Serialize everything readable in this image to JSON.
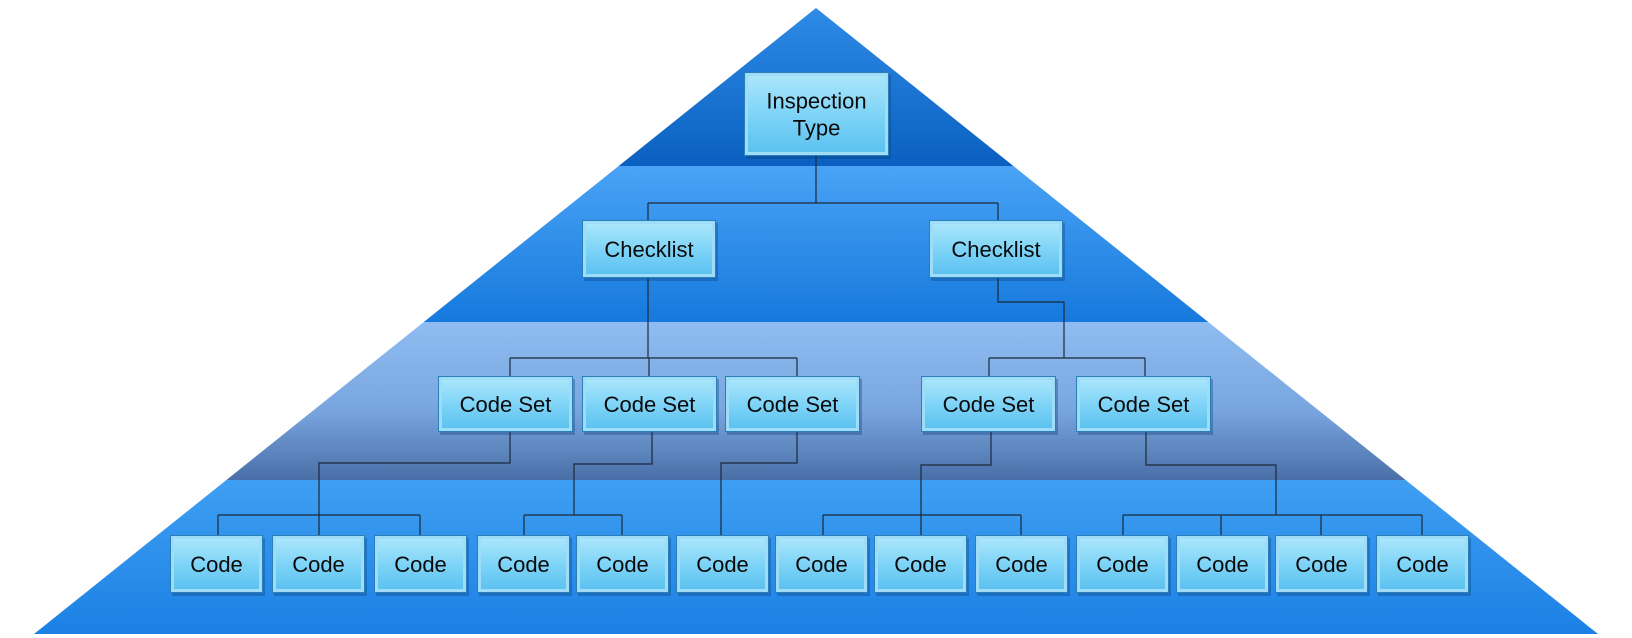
{
  "diagram": {
    "root": {
      "lines": [
        "Inspection",
        "Type"
      ]
    },
    "checklists": [
      {
        "label": "Checklist"
      },
      {
        "label": "Checklist"
      }
    ],
    "code_sets": [
      {
        "label": "Code Set"
      },
      {
        "label": "Code Set"
      },
      {
        "label": "Code Set"
      },
      {
        "label": "Code Set"
      },
      {
        "label": "Code Set"
      }
    ],
    "codes": [
      {
        "label": "Code"
      },
      {
        "label": "Code"
      },
      {
        "label": "Code"
      },
      {
        "label": "Code"
      },
      {
        "label": "Code"
      },
      {
        "label": "Code"
      },
      {
        "label": "Code"
      },
      {
        "label": "Code"
      },
      {
        "label": "Code"
      },
      {
        "label": "Code"
      },
      {
        "label": "Code"
      },
      {
        "label": "Code"
      },
      {
        "label": "Code"
      }
    ]
  }
}
